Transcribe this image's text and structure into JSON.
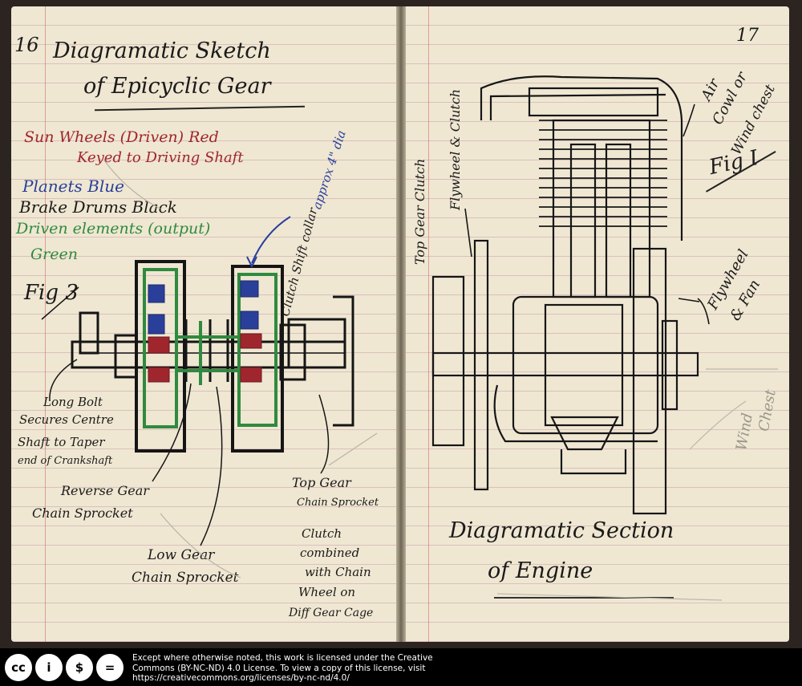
{
  "left_page": {
    "page_number": "16",
    "title_line1": "Diagramatic Sketch",
    "title_line2": "of Epicyclic Gear",
    "legend": [
      {
        "text": "Sun Wheels (Driven)  Red",
        "color": "#a0262e"
      },
      {
        "text": "Keyed to Driving Shaft",
        "color": "#a0262e"
      },
      {
        "text": "Planets  Blue",
        "color": "#2a3f9a"
      },
      {
        "text": "Brake Drums  Black",
        "color": "#1a1a1a"
      },
      {
        "text": "Driven elements (output)",
        "color": "#2f8a3f"
      },
      {
        "text": "Green",
        "color": "#2f8a3f"
      }
    ],
    "fig_label": "Fig 3",
    "annotations": {
      "approx_dia": "approx 4\" dia",
      "clutch_shift_collar": "Clutch Shift collar",
      "long_bolt": [
        "Long Bolt",
        "Secures Centre",
        "Shaft to Taper",
        "end of Crankshaft"
      ],
      "reverse_gear": [
        "Reverse Gear",
        "Chain Sprocket"
      ],
      "low_gear": [
        "Low Gear",
        "Chain Sprocket"
      ],
      "top_gear": [
        "Top Gear",
        "Chain Sprocket"
      ],
      "clutch_combined": [
        "Clutch",
        "combined",
        "with Chain",
        "Wheel on",
        "Diff Gear Cage"
      ]
    }
  },
  "right_page": {
    "page_number": "17",
    "air_cowl": [
      "Air",
      "Cowl or",
      "Wind chest"
    ],
    "fig_label": "Fig I",
    "top_gear_clutch": "Top Gear Clutch",
    "flywheel_clutch": "Flywheel & Clutch",
    "flywheel_fan": [
      "Flywheel",
      "& Fan"
    ],
    "wind_chest": [
      "Wind",
      "Chest"
    ],
    "title_line1": "Diagramatic Section",
    "title_line2": "of Engine"
  },
  "footer": {
    "cc_icons": [
      "cc-icon",
      "by-icon",
      "nc-icon",
      "nd-icon"
    ],
    "cc_labels": [
      "cc",
      "i",
      "$",
      "="
    ],
    "license_lines": [
      "Except where otherwise noted, this work is licensed under the Creative",
      "Commons (BY-NC-ND) 4.0 License. To view a copy of this license, visit",
      "https://creativecommons.org/licenses/by-nc-nd/4.0/"
    ]
  }
}
